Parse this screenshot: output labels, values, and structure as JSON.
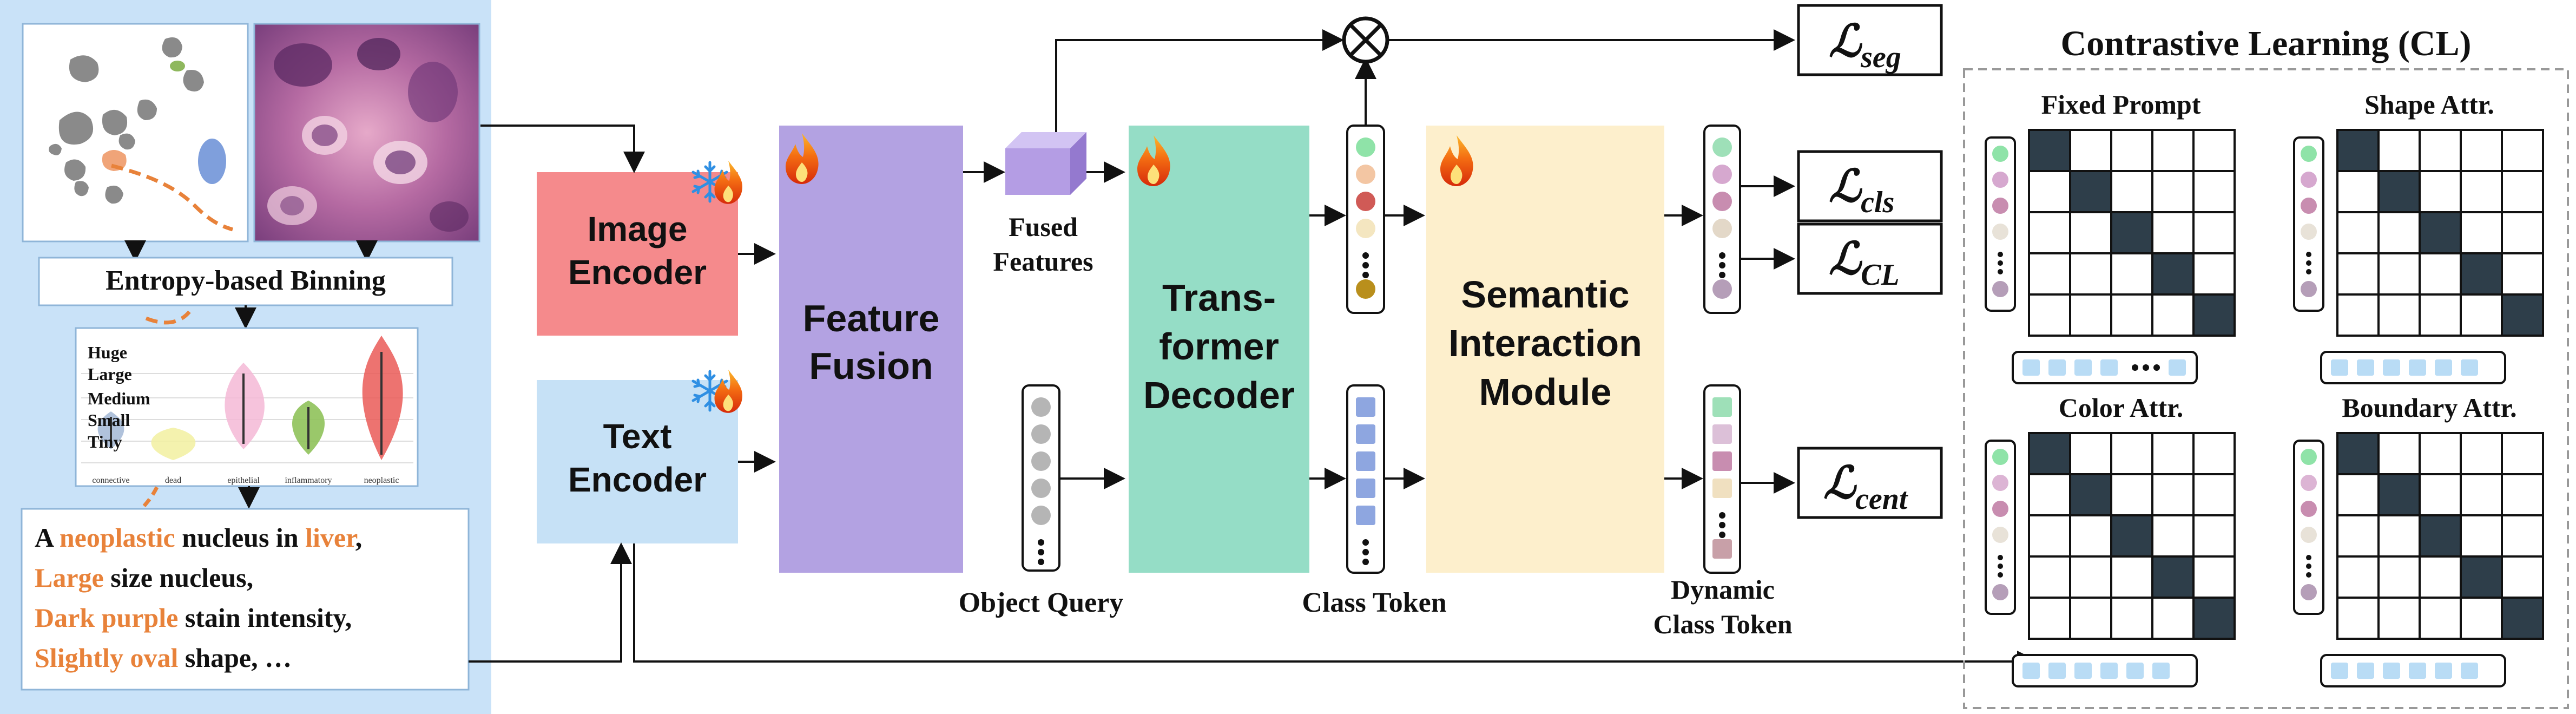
{
  "colors": {
    "panel_bg": "#c9e2f8",
    "image_encoder": "#f58a8c",
    "text_encoder": "#c6e1f6",
    "feature_fusion": "#b3a2e2",
    "transformer_decoder": "#95ddc6",
    "semantic_module": "#fdefcc",
    "matrix_fill": "#2e3e4a",
    "highlight_orange": "#e8823a",
    "arrow": "#111111"
  },
  "left_panel": {
    "binning_label": "Entropy-based Binning",
    "violin_sizes": [
      "Huge",
      "Large",
      "Medium",
      "Small",
      "Tiny"
    ],
    "violin_categories": [
      "connective",
      "dead",
      "epithelial",
      "inflammatory",
      "neoplastic"
    ],
    "prompt_lines": [
      [
        {
          "t": "A ",
          "hl": false
        },
        {
          "t": "neoplastic",
          "hl": true
        },
        {
          "t": " nucleus in ",
          "hl": false
        },
        {
          "t": "liver",
          "hl": true
        },
        {
          "t": ",",
          "hl": false
        }
      ],
      [
        {
          "t": "Large",
          "hl": true
        },
        {
          "t": " size nucleus,",
          "hl": false
        }
      ],
      [
        {
          "t": "Dark purple",
          "hl": true
        },
        {
          "t": " stain intensity,",
          "hl": false
        }
      ],
      [
        {
          "t": "Slightly oval",
          "hl": true
        },
        {
          "t": " shape,  …",
          "hl": false
        }
      ]
    ]
  },
  "encoders": {
    "image": [
      "Image",
      "Encoder"
    ],
    "text": [
      "Text",
      "Encoder"
    ]
  },
  "fusion_label": [
    "Feature",
    "Fusion"
  ],
  "fused_features_label": [
    "Fused",
    "Features"
  ],
  "object_query_label": "Object Query",
  "decoder_label": [
    "Trans-",
    "former",
    "Decoder"
  ],
  "class_token_label": "Class Token",
  "semantic_label": [
    "Semantic",
    "Interaction",
    "Module"
  ],
  "dynamic_token_label": [
    "Dynamic",
    "Class Token"
  ],
  "losses": {
    "seg": {
      "main": "ℒ",
      "sub": "seg"
    },
    "cls": {
      "main": "ℒ",
      "sub": "cls"
    },
    "cl": {
      "main": "ℒ",
      "sub": "CL"
    },
    "cent": {
      "main": "ℒ",
      "sub": "cent"
    }
  },
  "contrastive": {
    "title": "Contrastive Learning (CL)",
    "panels": [
      {
        "label": "Fixed Prompt"
      },
      {
        "label": "Shape Attr."
      },
      {
        "label": "Color Attr."
      },
      {
        "label": "Boundary Attr."
      }
    ]
  },
  "icons": {
    "snowflake": "snowflake-icon",
    "flame": "flame-icon",
    "multiply": "multiply-icon",
    "ellipsis": "ellipsis-icon"
  }
}
